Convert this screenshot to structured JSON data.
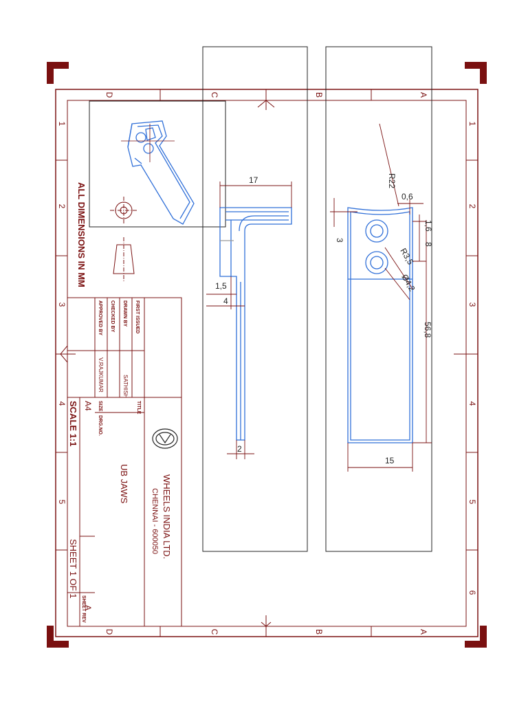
{
  "drawing": {
    "note": "ALL DIMENSIONS IN MM",
    "company": {
      "name": "WHEELS  INDIA  LTD.",
      "city": "CHENNAI  -  600050"
    },
    "title_label": "TITLE",
    "title": "UB JAWS",
    "size_label": "SIZE",
    "size": "A4",
    "dwg_no_label": "DRG.NO.",
    "scale": "SCALE 1:1",
    "sheet": "SHEET 1 OF 1",
    "rev_label": "SHEET REV",
    "rev": "A",
    "signoff": {
      "first_issued_label": "FIRST ISSUED",
      "drawn_by_label": "DRAWN BY",
      "drawn_by": "SATHISH",
      "checked_by_label": "CHECKED BY",
      "approved_by_label": "APPROVED BY",
      "approved_by": "V.RAJKUMAR"
    },
    "zones_letters": [
      "D",
      "C",
      "B",
      "A"
    ],
    "zones_numbers": [
      "1",
      "2",
      "3",
      "4",
      "5",
      "6"
    ],
    "dims": {
      "side_17": "17",
      "side_1_5": "1,5",
      "side_4": "4",
      "side_2": "2",
      "front_r22": "R22",
      "front_0_6": "0,6",
      "front_1_6": "1,6",
      "front_8": "8",
      "front_3": "3",
      "front_r3_5": "R3,5",
      "front_dia": "Ø4,2",
      "front_56_8": "56,8",
      "front_15": "15"
    },
    "colors": {
      "frame": "#7a1010",
      "model": "#2f6fd8",
      "line": "#222222"
    }
  }
}
